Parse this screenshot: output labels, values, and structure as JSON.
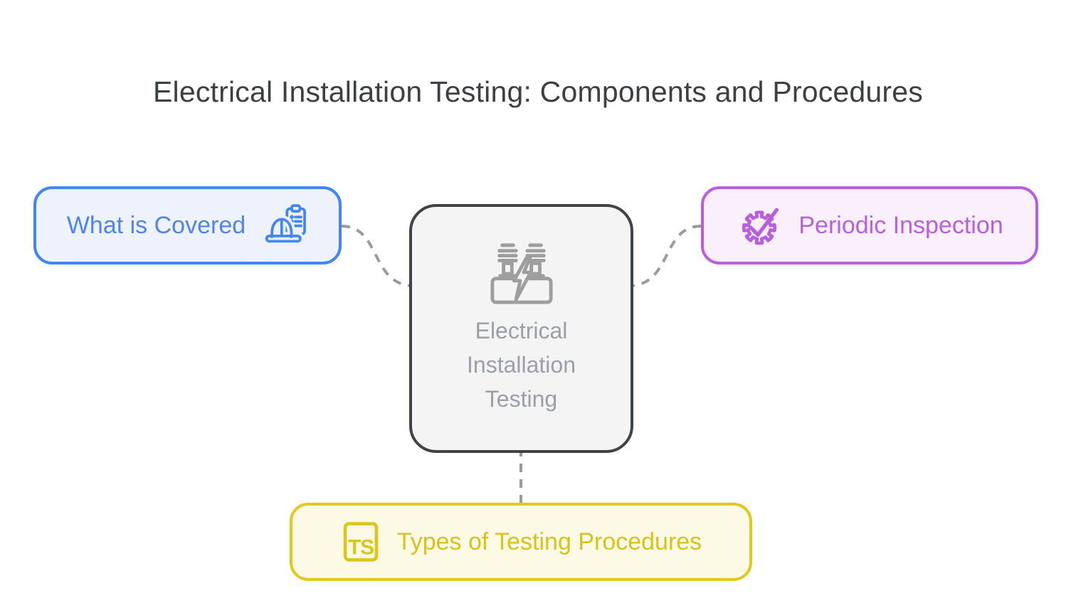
{
  "title": "Electrical Installation Testing: Components and Procedures",
  "diagram": {
    "center_node": {
      "label": "Electrical Installation Testing",
      "icon": "transformer-icon",
      "accent": "#9aa0a6"
    },
    "left_node": {
      "label": "What is Covered",
      "icon": "hardhat-clipboard-icon",
      "accent": "#4285f4"
    },
    "right_node": {
      "label": "Periodic Inspection",
      "icon": "gear-check-icon",
      "accent": "#b85fde"
    },
    "bottom_node": {
      "label": "Types of Testing Procedures",
      "icon": "ts-badge-icon",
      "badge_text": "TS",
      "accent": "#dcc61e"
    },
    "connector_color": "#9b9b9b"
  }
}
